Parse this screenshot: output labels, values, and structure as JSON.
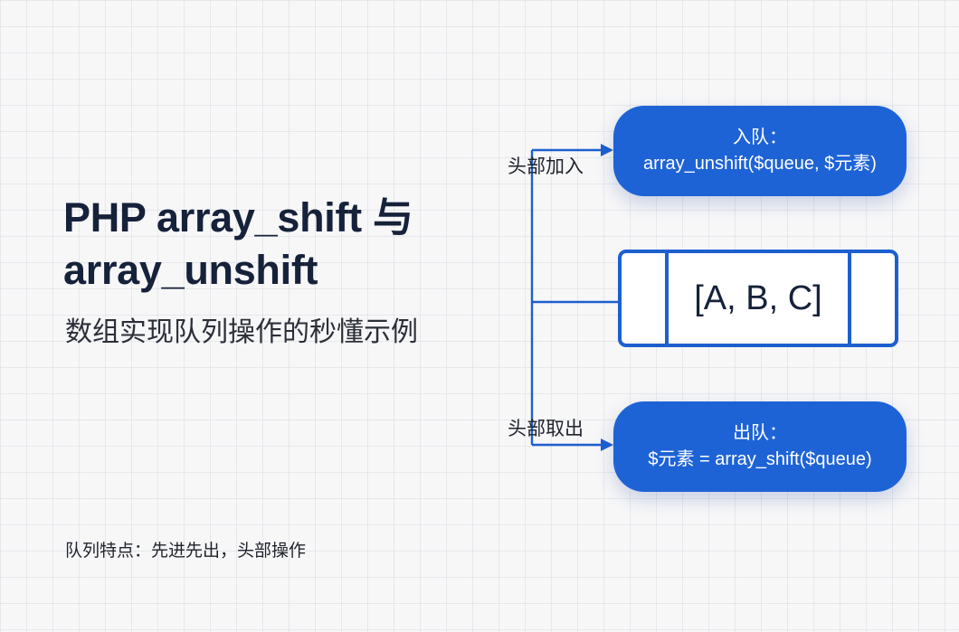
{
  "title": "PHP array_shift 与 array_unshift",
  "subtitle": "数组实现队列操作的秒懂示例",
  "footnote": "队列特点：先进先出，头部操作",
  "enqueue": {
    "connector_label": "头部加入",
    "title": "入队：",
    "code": "array_unshift($queue, $元素)"
  },
  "queue": {
    "content": "[A, B, C]"
  },
  "dequeue": {
    "connector_label": "头部取出",
    "title": "出队：",
    "code": "$元素 = array_shift($queue)"
  },
  "colors": {
    "accent": "#1e63d6",
    "background": "#f7f7f8",
    "text": "#16213a"
  }
}
